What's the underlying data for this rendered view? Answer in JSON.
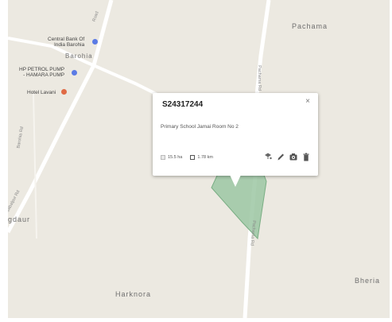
{
  "map": {
    "places": {
      "pachama": "Pachama",
      "barohia": "Barohia",
      "gdaur": "gdaur",
      "harknora": "Harknora",
      "bheria": "Bheria"
    },
    "pois": [
      {
        "label_lines": [
          "Central Bank Of",
          "India Barohia"
        ],
        "icon": "bank-icon",
        "color": "#5b7be5"
      },
      {
        "label_lines": [
          "HP PETROL PUMP",
          "- HAMARA PUMP"
        ],
        "icon": "fuel-icon",
        "color": "#5b7be5"
      },
      {
        "label_lines": [
          "Hotel Lavani"
        ],
        "icon": "restaurant-icon",
        "color": "#e06a45"
      }
    ],
    "roads": {
      "top_road": "Road",
      "left_road": "Barohia Rd",
      "far_left_road": "Jabalpur Rd",
      "right_top": "Pachama Rd",
      "right_bottom": "Pachama Rd"
    },
    "colors": {
      "background": "#ece9e1",
      "road": "#ffffff",
      "polygon_fill": "#9cc7a3",
      "polygon_stroke": "#7aae84"
    }
  },
  "popup": {
    "title": "S24317244",
    "subtitle": "Primary School Jamai Room No 2",
    "area": "15.5 ha",
    "perimeter": "1.78 km",
    "close_symbol": "×",
    "actions": [
      "paint-icon",
      "pencil-icon",
      "camera-icon",
      "trash-icon"
    ]
  }
}
